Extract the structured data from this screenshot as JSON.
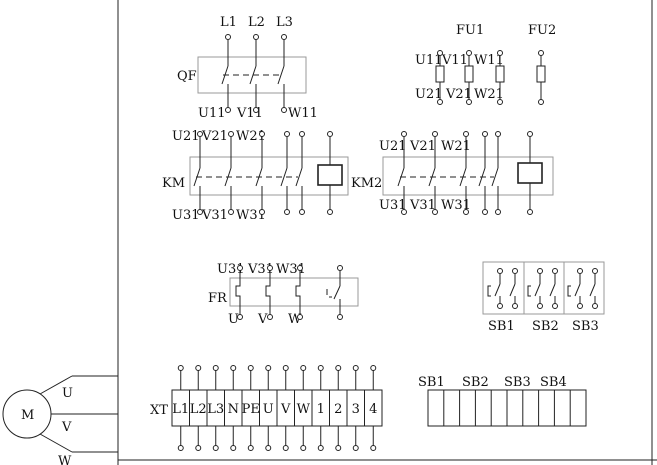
{
  "motor": {
    "label": "M",
    "phases": [
      "U",
      "V",
      "W"
    ]
  },
  "qf": {
    "name": "QF",
    "top_terminals": [
      "L1",
      "L2",
      "L3"
    ],
    "bottom_terminals": [
      "U11",
      "V11",
      "W11"
    ]
  },
  "fu1": {
    "name": "FU1",
    "top_terminals": [
      "U11",
      "V11",
      "W11"
    ],
    "bottom_terminals": [
      "U21",
      "V21",
      "W21"
    ]
  },
  "fu2": {
    "name": "FU2"
  },
  "km": {
    "name": "KM",
    "top_terminals": [
      "U21",
      "V21",
      "W21"
    ],
    "bottom_terminals": [
      "U31",
      "V31",
      "W31"
    ]
  },
  "km2": {
    "name": "KM2",
    "top_terminals": [
      "U21",
      "V21",
      "W21"
    ],
    "bottom_terminals": [
      "U31",
      "V31",
      "W31"
    ]
  },
  "fr": {
    "name": "FR",
    "top_terminals": [
      "U31",
      "V31",
      "W31"
    ],
    "bottom_terminals": [
      "U",
      "V",
      "W"
    ]
  },
  "buttons": {
    "labels": [
      "SB1",
      "SB2",
      "SB3"
    ]
  },
  "terminal_strip": {
    "name": "XT",
    "terminals": [
      "L1",
      "L2",
      "L3",
      "N",
      "PE",
      "U",
      "V",
      "W",
      "1",
      "2",
      "3",
      "4"
    ]
  },
  "button_box": {
    "labels": [
      "SB1",
      "SB2",
      "SB3",
      "SB4"
    ]
  }
}
